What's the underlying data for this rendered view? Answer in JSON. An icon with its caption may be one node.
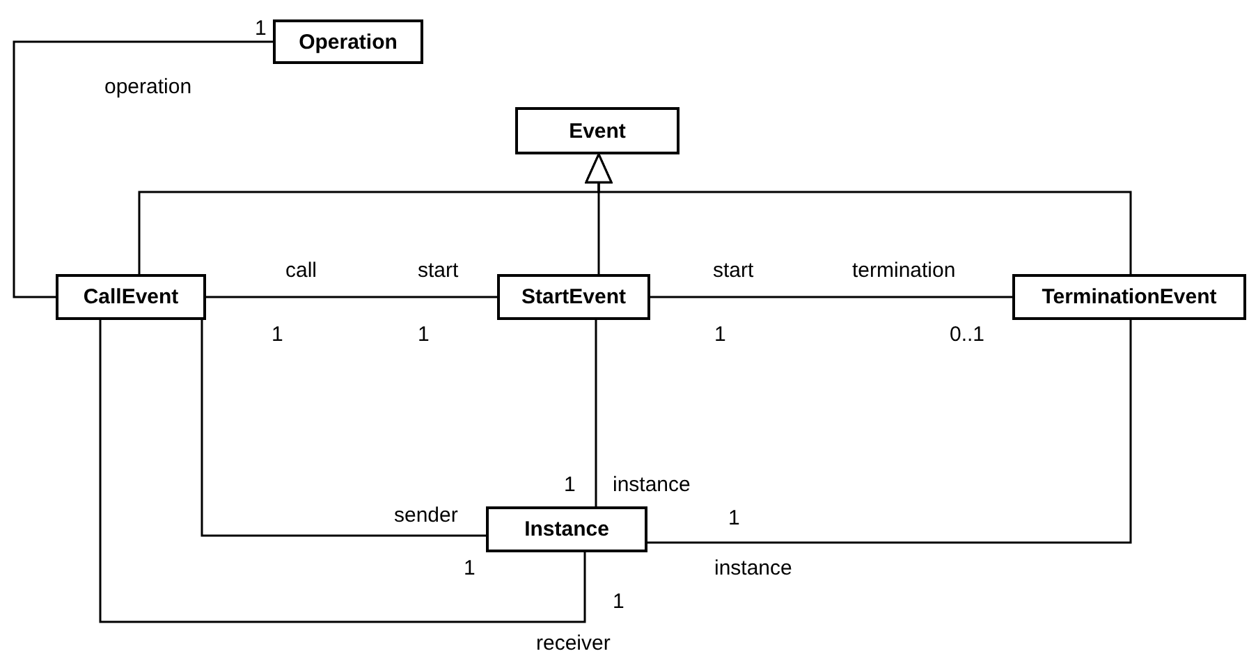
{
  "diagram": {
    "nodes": [
      {
        "text": [
          "Operation"
        ]
      },
      {
        "text": [
          "Event"
        ]
      },
      {
        "text": [
          "CallEvent"
        ]
      },
      {
        "text": [
          "StartEvent"
        ]
      },
      {
        "text": [
          "TerminationEvent"
        ]
      },
      {
        "text": [
          "Instance"
        ]
      }
    ],
    "edges": [
      {
        "from": 2,
        "to": 0,
        "arrow": "none"
      },
      {
        "from": 2,
        "to": 1,
        "arrow": "to"
      },
      {
        "from": 3,
        "to": 1,
        "arrow": "to"
      },
      {
        "from": 4,
        "to": 1,
        "arrow": "to"
      },
      {
        "from": 2,
        "to": 3,
        "arrow": "none"
      },
      {
        "from": 3,
        "to": 4,
        "arrow": "none"
      },
      {
        "from": 3,
        "to": 5,
        "arrow": "none"
      },
      {
        "from": 2,
        "to": 5,
        "arrow": "none"
      },
      {
        "from": 2,
        "to": 5,
        "arrow": "none"
      },
      {
        "from": 4,
        "to": 5,
        "arrow": "none"
      }
    ],
    "labels": [
      "1",
      "operation",
      "call",
      "start",
      "start",
      "termination",
      "1",
      "1",
      "1",
      "0..1",
      "1",
      "instance",
      "sender",
      "1",
      "1",
      "instance",
      "1",
      "receiver"
    ]
  }
}
